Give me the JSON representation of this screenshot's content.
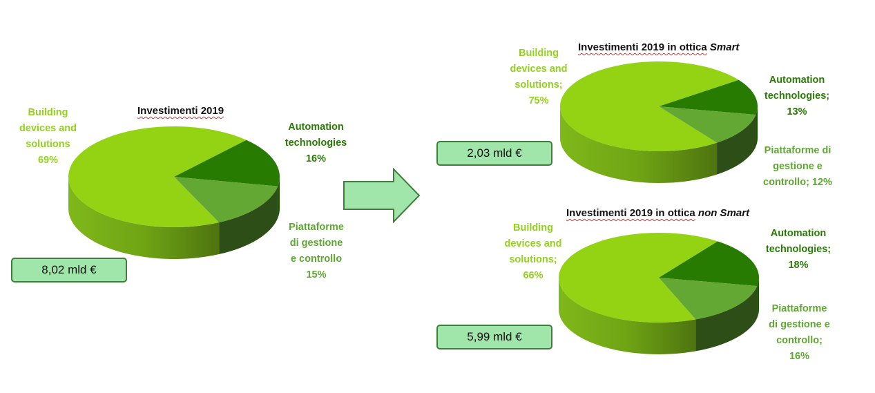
{
  "chart_data": [
    {
      "type": "pie",
      "id": "total",
      "title_plain": "Investimenti 2019",
      "title_italic": "",
      "total_label": "8,02 mld €",
      "slices": [
        {
          "name": "Building devices and solutions",
          "value": 69,
          "label_lines": [
            "Building",
            "devices and",
            "solutions",
            "69%"
          ],
          "color": "#93D314",
          "side": "#6E9E10"
        },
        {
          "name": "Automation technologies",
          "value": 16,
          "label_lines": [
            "Automation",
            "technologies",
            "16%"
          ],
          "color": "#267B00",
          "side": "#1A5400"
        },
        {
          "name": "Piattaforme di gestione e controllo",
          "value": 15,
          "label_lines": [
            "Piattaforme",
            "di gestione",
            "e controllo",
            "15%"
          ],
          "color": "#63A832",
          "side": "#2E4E18"
        }
      ]
    },
    {
      "type": "pie",
      "id": "smart",
      "title_plain": "Investimenti 2019 in ottica",
      "title_italic": "Smart",
      "total_label": "2,03 mld €",
      "slices": [
        {
          "name": "Building devices and solutions",
          "value": 75,
          "label_lines": [
            "Building",
            "devices and",
            "solutions;",
            "75%"
          ],
          "color": "#93D314",
          "side": "#6E9E10"
        },
        {
          "name": "Automation technologies",
          "value": 13,
          "label_lines": [
            "Automation",
            "technologies;",
            "13%"
          ],
          "color": "#267B00",
          "side": "#1A5400"
        },
        {
          "name": "Piattaforme di gestione e controllo",
          "value": 12,
          "label_lines": [
            "Piattaforme di",
            "gestione e",
            "controllo; 12%"
          ],
          "color": "#63A832",
          "side": "#2E4E18"
        }
      ]
    },
    {
      "type": "pie",
      "id": "non_smart",
      "title_plain": "Investimenti 2019 in ottica",
      "title_italic": "non Smart",
      "total_label": "5,99 mld €",
      "slices": [
        {
          "name": "Building devices and solutions",
          "value": 66,
          "label_lines": [
            "Building",
            "devices and",
            "solutions;",
            "66%"
          ],
          "color": "#93D314",
          "side": "#6E9E10"
        },
        {
          "name": "Automation technologies",
          "value": 18,
          "label_lines": [
            "Automation",
            "technologies;",
            "18%"
          ],
          "color": "#267B00",
          "side": "#1A5400"
        },
        {
          "name": "Piattaforme di gestione e controllo",
          "value": 16,
          "label_lines": [
            "Piattaforme",
            "di gestione e",
            "controllo;",
            "16%"
          ],
          "color": "#63A832",
          "side": "#2E4E18"
        }
      ]
    }
  ],
  "arrow": {
    "fill": "#A0E6AA",
    "stroke": "#3E7E3A"
  }
}
